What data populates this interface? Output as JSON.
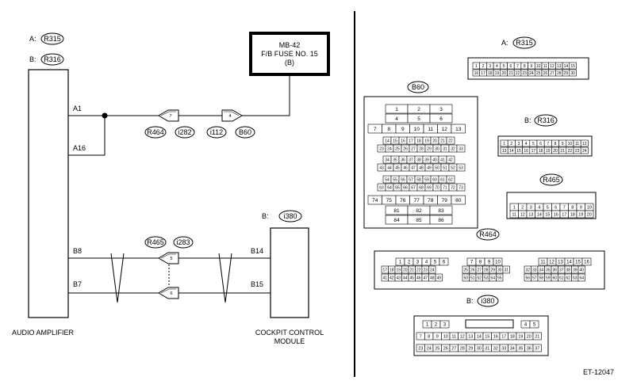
{
  "labels": {
    "a_prefix": "A:",
    "b_prefix": "B:",
    "a_conn": "R315",
    "b_conn": "R316",
    "fuse_line1": "MB-42",
    "fuse_line2": "F/B FUSE NO. 15",
    "fuse_line3": "(B)",
    "pin_a1": "A1",
    "pin_a16": "A16",
    "pin_b8": "B8",
    "pin_b7": "B7",
    "pin_b14": "B14",
    "pin_b15": "B15",
    "conn_r464": "R464",
    "conn_i282": "i282",
    "conn_i112": "i112",
    "conn_b60": "B60",
    "conn_r465": "R465",
    "conn_i283": "i283",
    "b_i380_prefix": "B:",
    "conn_i380": "i380",
    "amp_label": "AUDIO AMPLIFIER",
    "ccm_line1": "COCKPIT CONTROL",
    "ccm_line2": "MODULE",
    "pin7": "7",
    "pin4": "4",
    "pin5": "5",
    "pin6": "6",
    "right_a_prefix": "A:",
    "right_r315": "R315",
    "right_b60": "B60",
    "right_b_prefix": "B:",
    "right_r316": "R316",
    "right_r465": "R465",
    "right_r464": "R464",
    "right_b2_prefix": "B:",
    "right_i380": "i380",
    "figure_id": "ET-12047"
  },
  "connectors": {
    "r315": {
      "row1": [
        "1",
        "2",
        "3",
        "4",
        "5",
        "6",
        "7",
        "8",
        "9",
        "10",
        "11",
        "12",
        "13",
        "14",
        "15"
      ],
      "row2": [
        "16",
        "17",
        "18",
        "19",
        "20",
        "21",
        "22",
        "23",
        "24",
        "25",
        "26",
        "27",
        "28",
        "29",
        "30"
      ]
    },
    "b60": {
      "r1": [
        "1",
        "2",
        "3"
      ],
      "r2": [
        "4",
        "5",
        "6"
      ],
      "r3": [
        "7",
        "8",
        "9",
        "10",
        "11",
        "12",
        "13"
      ],
      "r4": [
        "14",
        "15",
        "16",
        "17",
        "18",
        "19",
        "20",
        "21",
        "22"
      ],
      "r5": [
        "23",
        "24",
        "25",
        "26",
        "27",
        "28",
        "29",
        "30",
        "31",
        "32",
        "33"
      ],
      "r6": [
        "34",
        "35",
        "36",
        "37",
        "38",
        "39",
        "40",
        "41",
        "42"
      ],
      "r7": [
        "43",
        "44",
        "45",
        "46",
        "47",
        "48",
        "49",
        "50",
        "51",
        "52",
        "53"
      ],
      "r8": [
        "54",
        "55",
        "56",
        "57",
        "58",
        "59",
        "60",
        "61",
        "62"
      ],
      "r9": [
        "63",
        "64",
        "65",
        "66",
        "67",
        "68",
        "69",
        "70",
        "71",
        "72",
        "73"
      ],
      "r10": [
        "74",
        "75",
        "76",
        "77",
        "78",
        "79",
        "80"
      ],
      "r11": [
        "81",
        "82",
        "83"
      ],
      "r12": [
        "84",
        "85",
        "86"
      ]
    },
    "r316": {
      "row1": [
        "1",
        "2",
        "3",
        "4",
        "5",
        "6",
        "7",
        "8",
        "9",
        "10",
        "11",
        "12"
      ],
      "row2": [
        "13",
        "14",
        "15",
        "16",
        "17",
        "18",
        "19",
        "20",
        "21",
        "22",
        "23",
        "24"
      ]
    },
    "r465": {
      "row1": [
        "1",
        "2",
        "3",
        "4",
        "5",
        "6",
        "7",
        "8",
        "9",
        "10"
      ],
      "row2": [
        "11",
        "12",
        "13",
        "14",
        "15",
        "16",
        "17",
        "18",
        "19",
        "20"
      ]
    },
    "r464": {
      "g1r1": [
        "1",
        "2",
        "3",
        "4",
        "5",
        "6"
      ],
      "g1r2": [
        "17",
        "18",
        "19",
        "20",
        "21",
        "22",
        "23",
        "24"
      ],
      "g1r3": [
        "41",
        "42",
        "43",
        "44",
        "45",
        "46",
        "47",
        "48",
        "49"
      ],
      "g2r1": [
        "7",
        "8",
        "9",
        "10"
      ],
      "g2r2": [
        "25",
        "26",
        "27",
        "28",
        "29",
        "30",
        "31"
      ],
      "g2r3": [
        "50",
        "51",
        "52",
        "53",
        "54",
        "55"
      ],
      "g3r1": [
        "11",
        "12",
        "13",
        "14",
        "15",
        "16"
      ],
      "g3r2": [
        "32",
        "33",
        "34",
        "35",
        "36",
        "37",
        "38",
        "39",
        "40"
      ],
      "g3r3": [
        "56",
        "57",
        "58",
        "59",
        "60",
        "61",
        "62",
        "63",
        "64"
      ]
    },
    "i380": {
      "row1a": [
        "1",
        "2",
        "3"
      ],
      "row1b": [
        "4",
        "5"
      ],
      "row2": [
        "7",
        "8",
        "9",
        "10",
        "11",
        "12",
        "13",
        "14",
        "15",
        "16",
        "17",
        "18",
        "19",
        "20",
        "21"
      ],
      "row3": [
        "23",
        "24",
        "25",
        "26",
        "27",
        "28",
        "29",
        "30",
        "31",
        "32",
        "33",
        "34",
        "35",
        "36",
        "37"
      ]
    }
  }
}
